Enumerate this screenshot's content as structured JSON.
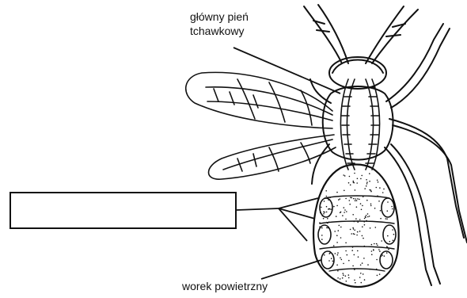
{
  "labels": {
    "main_trunk_line1": "główny pień",
    "main_trunk_line2": "tchawkowy",
    "air_sac": "worek powietrzny"
  },
  "answer_box": {
    "value": ""
  },
  "colors": {
    "ink": "#111111",
    "background": "#ffffff"
  }
}
